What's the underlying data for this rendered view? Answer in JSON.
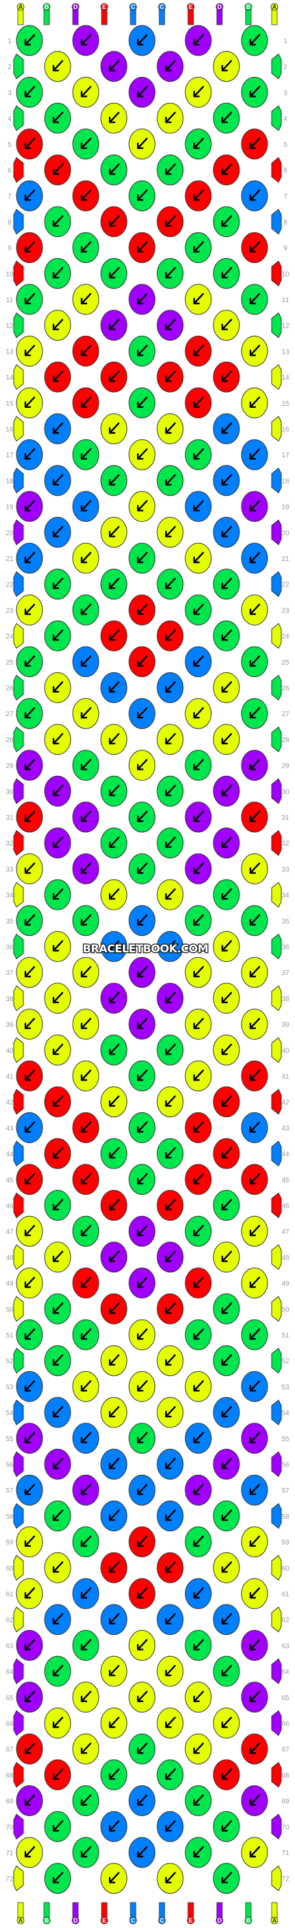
{
  "watermark": "BRACELETBOOK.COM",
  "colors": {
    "A": "#e5ff00",
    "B": "#00e64d",
    "C": "#0080ff",
    "D": "#a100ff",
    "E": "#ff0000"
  },
  "strands_top": [
    "A",
    "B",
    "D",
    "E",
    "C",
    "C",
    "E",
    "D",
    "B",
    "A"
  ],
  "strands_bottom": [
    "A",
    "B",
    "D",
    "E",
    "C",
    "C",
    "E",
    "D",
    "B",
    "A"
  ],
  "row_numbers": [
    1,
    2,
    3,
    4,
    5,
    6,
    7,
    8,
    9,
    10,
    11,
    12,
    13,
    14,
    15,
    16,
    17,
    18,
    19,
    20,
    21,
    22,
    23,
    24,
    25,
    26,
    27,
    28,
    29,
    30,
    31,
    32,
    33,
    34,
    35,
    36,
    37,
    38,
    39,
    40,
    41,
    42,
    43,
    44,
    45,
    46,
    47,
    48,
    49,
    50,
    51,
    52,
    53,
    54,
    55,
    56,
    57,
    58,
    59,
    60,
    61,
    62,
    63,
    64,
    65,
    66,
    67,
    68,
    69,
    70,
    71,
    72
  ],
  "knots": [
    [
      "B",
      "D",
      "C",
      "D",
      "B"
    ],
    [
      "A",
      "D",
      "D",
      "A"
    ],
    [
      "B",
      "A",
      "D",
      "A",
      "B"
    ],
    [
      "B",
      "A",
      "A",
      "B"
    ],
    [
      "E",
      "B",
      "A",
      "B",
      "E"
    ],
    [
      "E",
      "B",
      "B",
      "E"
    ],
    [
      "C",
      "E",
      "B",
      "E",
      "C"
    ],
    [
      "B",
      "E",
      "E",
      "B"
    ],
    [
      "E",
      "B",
      "E",
      "B",
      "E"
    ],
    [
      "B",
      "B",
      "B",
      "B"
    ],
    [
      "B",
      "A",
      "D",
      "A",
      "B"
    ],
    [
      "A",
      "D",
      "D",
      "A"
    ],
    [
      "A",
      "E",
      "B",
      "E",
      "A"
    ],
    [
      "E",
      "E",
      "E",
      "E"
    ],
    [
      "A",
      "E",
      "B",
      "E",
      "A"
    ],
    [
      "C",
      "A",
      "A",
      "C"
    ],
    [
      "C",
      "B",
      "A",
      "B",
      "C"
    ],
    [
      "C",
      "B",
      "B",
      "C"
    ],
    [
      "D",
      "C",
      "A",
      "C",
      "D"
    ],
    [
      "C",
      "A",
      "A",
      "C"
    ],
    [
      "C",
      "A",
      "B",
      "A",
      "C"
    ],
    [
      "B",
      "B",
      "B",
      "B"
    ],
    [
      "A",
      "B",
      "E",
      "B",
      "A"
    ],
    [
      "B",
      "E",
      "E",
      "B"
    ],
    [
      "B",
      "C",
      "E",
      "C",
      "B"
    ],
    [
      "A",
      "C",
      "C",
      "A"
    ],
    [
      "B",
      "A",
      "C",
      "A",
      "B"
    ],
    [
      "A",
      "A",
      "A",
      "A"
    ],
    [
      "D",
      "B",
      "A",
      "B",
      "D"
    ],
    [
      "D",
      "B",
      "B",
      "D"
    ],
    [
      "E",
      "D",
      "B",
      "D",
      "E"
    ],
    [
      "D",
      "B",
      "B",
      "D"
    ],
    [
      "A",
      "D",
      "B",
      "D",
      "A"
    ],
    [
      "B",
      "A",
      "A",
      "B"
    ],
    [
      "B",
      "B",
      "C",
      "B",
      "B"
    ],
    [
      "A",
      "C",
      "C",
      "A"
    ],
    [
      "A",
      "A",
      "D",
      "A",
      "A"
    ],
    [
      "A",
      "D",
      "D",
      "A"
    ],
    [
      "A",
      "A",
      "D",
      "A",
      "A"
    ],
    [
      "A",
      "B",
      "B",
      "A"
    ],
    [
      "E",
      "A",
      "B",
      "A",
      "E"
    ],
    [
      "E",
      "A",
      "A",
      "E"
    ],
    [
      "C",
      "E",
      "B",
      "E",
      "C"
    ],
    [
      "E",
      "B",
      "B",
      "E"
    ],
    [
      "E",
      "E",
      "B",
      "E",
      "E"
    ],
    [
      "B",
      "E",
      "E",
      "B"
    ],
    [
      "A",
      "B",
      "D",
      "B",
      "A"
    ],
    [
      "A",
      "D",
      "D",
      "A"
    ],
    [
      "A",
      "E",
      "D",
      "E",
      "A"
    ],
    [
      "B",
      "E",
      "E",
      "B"
    ],
    [
      "B",
      "B",
      "A",
      "B",
      "B"
    ],
    [
      "B",
      "A",
      "A",
      "B"
    ],
    [
      "C",
      "A",
      "A",
      "A",
      "C"
    ],
    [
      "C",
      "A",
      "A",
      "C"
    ],
    [
      "D",
      "C",
      "B",
      "C",
      "D"
    ],
    [
      "D",
      "C",
      "C",
      "D"
    ],
    [
      "C",
      "D",
      "C",
      "D",
      "C"
    ],
    [
      "B",
      "C",
      "C",
      "B"
    ],
    [
      "A",
      "B",
      "E",
      "B",
      "A"
    ],
    [
      "A",
      "E",
      "E",
      "A"
    ],
    [
      "A",
      "C",
      "E",
      "C",
      "A"
    ],
    [
      "C",
      "C",
      "C",
      "C"
    ],
    [
      "D",
      "B",
      "A",
      "B",
      "D"
    ],
    [
      "B",
      "A",
      "A",
      "B"
    ],
    [
      "D",
      "A",
      "A",
      "A",
      "D"
    ],
    [
      "A",
      "A",
      "A",
      "A"
    ],
    [
      "E",
      "A",
      "B",
      "A",
      "E"
    ],
    [
      "E",
      "B",
      "B",
      "E"
    ],
    [
      "D",
      "B",
      "C",
      "B",
      "D"
    ],
    [
      "B",
      "C",
      "C",
      "B"
    ],
    [
      "A",
      "B",
      "C",
      "B",
      "A"
    ],
    [
      "B",
      "A",
      "A",
      "B"
    ]
  ]
}
